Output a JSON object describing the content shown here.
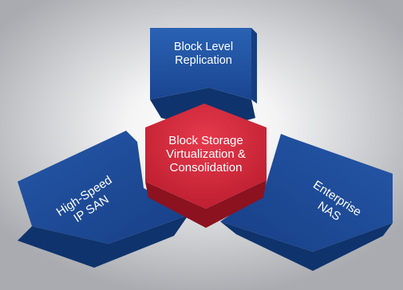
{
  "segments": {
    "top": {
      "line1": "Block Level",
      "line2": "Replication"
    },
    "left": {
      "line1": "High-Speed",
      "line2": "IP SAN"
    },
    "right": {
      "line1": "Enterprise",
      "line2": "NAS"
    },
    "center": {
      "line1": "Block Storage",
      "line2": "Virtualization &",
      "line3": "Consolidation"
    }
  },
  "colors": {
    "blue_face": "#1f4f9c",
    "blue_side": "#123a78",
    "red_face": "#d4283b",
    "red_side": "#8c1220"
  }
}
